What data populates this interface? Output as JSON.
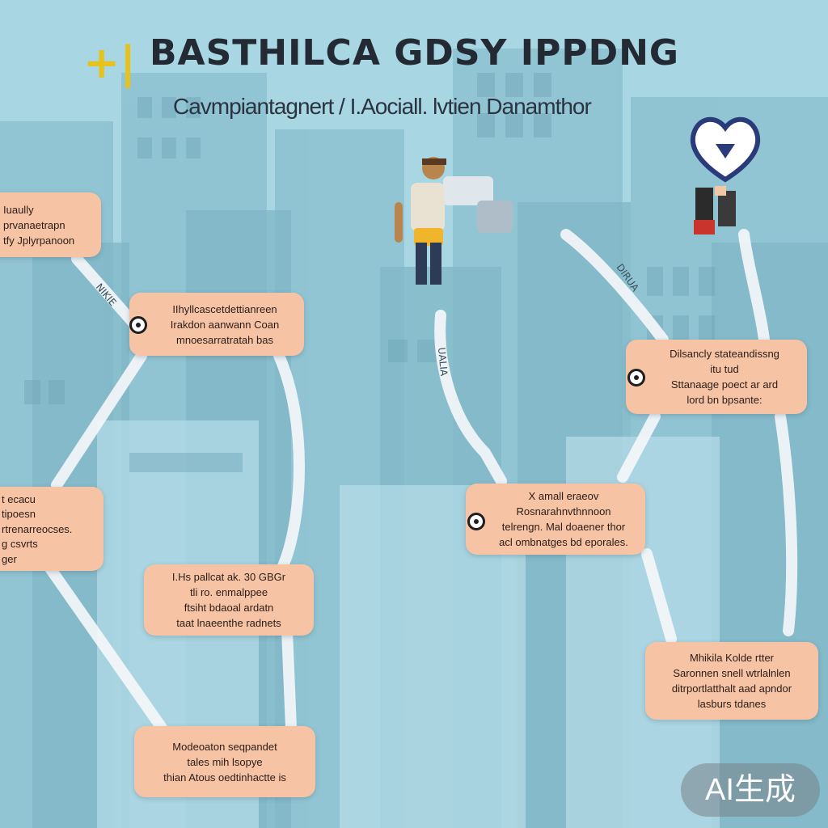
{
  "header": {
    "logo_mark": "+|",
    "title": "BASTHILCA GDSY IPPDNG",
    "subtitle": "Cavmpiantagnert / I.Aociall. lvtien Danamthor"
  },
  "cards": [
    {
      "lines": [
        "Iuaully",
        "prvanaetrapn",
        "tfy Jplyrpanoon"
      ]
    },
    {
      "lines": [
        "IIhyllcascetdettianreen",
        "Irakdon aanwann Coan",
        "mnoesarratratah bas"
      ]
    },
    {
      "lines": [
        "Dilsancly stateandissng",
        "itu tud",
        "Sttanaage poect ar ard",
        "lord bn bpsante:"
      ]
    },
    {
      "lines": [
        "t ecacu",
        "tipoesn",
        "rtrenarreocses.",
        "g csvrts",
        "ger"
      ]
    },
    {
      "lines": [
        "X amall eraeov",
        "Rosnarahnvthnnoon",
        "telrengn. Mal doaener thor",
        "acl ombnatges bd eporales."
      ]
    },
    {
      "lines": [
        "I.Hs pallcat ak. 30 GBGr",
        "tli ro. enmalppee",
        "ftsiht bdaoal ardatn",
        "taat lnaeenthe radnets"
      ]
    },
    {
      "lines": [
        "Mhikila Kolde rtter",
        "Saronnen snell wtrlalnlen",
        "ditrportlatthalt aad apndor",
        "lasburs tdanes"
      ]
    },
    {
      "lines": [
        "Modeoaton seqpandet",
        "tales mih lsopye",
        "thian Atous oedtinhactte is"
      ]
    }
  ],
  "ribbon_labels": [
    "NIKIE",
    "UALIA",
    "DIRUA"
  ],
  "watermark": "AI生成",
  "colors": {
    "background": "#9fd0dc",
    "card": "#f6c3a5",
    "title": "#232a33",
    "logo_mark": "#e6c21e",
    "ribbon": "#f4f6f8"
  },
  "icons": [
    "worker-figure",
    "heart-shield-icon",
    "person-figure"
  ]
}
